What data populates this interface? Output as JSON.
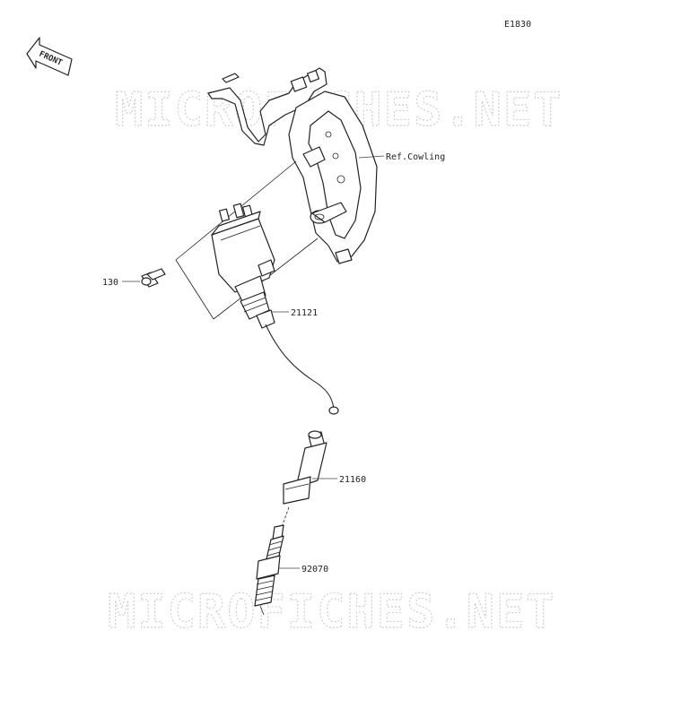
{
  "diagram": {
    "code": "E1830",
    "watermark": "MICROFICHES.NET",
    "front_arrow_label": "FRONT",
    "icons": {
      "front_arrow": "front-direction-arrow-icon"
    },
    "callouts": [
      {
        "id": "ref-cowling",
        "label": "Ref.Cowling"
      },
      {
        "id": "130",
        "label": "130"
      },
      {
        "id": "21121",
        "label": "21121"
      },
      {
        "id": "21160",
        "label": "21160"
      },
      {
        "id": "92070",
        "label": "92070"
      }
    ]
  }
}
